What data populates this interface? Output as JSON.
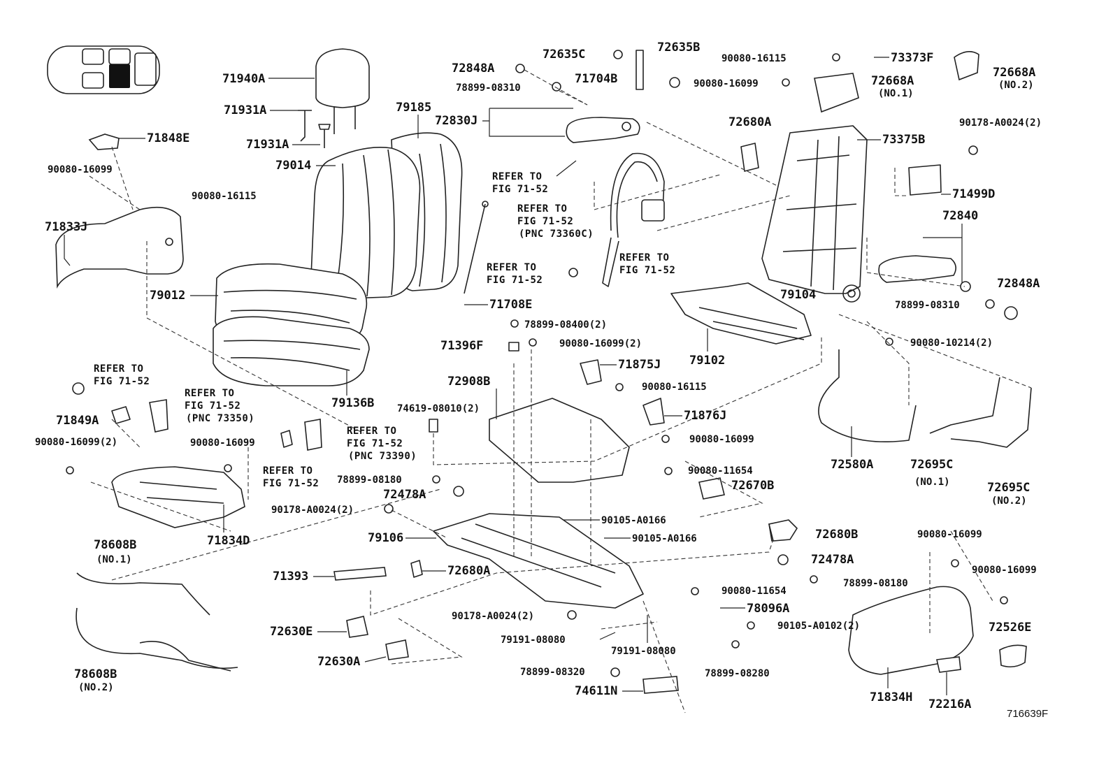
{
  "diagram_id": "716639F",
  "labels": [
    {
      "id": "l01",
      "text": "71940A"
    },
    {
      "id": "l02",
      "text": "71931A"
    },
    {
      "id": "l03",
      "text": "71931A"
    },
    {
      "id": "l04",
      "text": "71848E"
    },
    {
      "id": "l05",
      "text": "90080-16099"
    },
    {
      "id": "l06",
      "text": "90080-16115"
    },
    {
      "id": "l07",
      "text": "71833J"
    },
    {
      "id": "l08",
      "text": "79012"
    },
    {
      "id": "l09",
      "text": "79014"
    },
    {
      "id": "l10",
      "text": "79185"
    },
    {
      "id": "l11",
      "text": "79136B"
    },
    {
      "id": "l12",
      "text": "72848A"
    },
    {
      "id": "l13",
      "text": "78899-08310"
    },
    {
      "id": "l14",
      "text": "72635C"
    },
    {
      "id": "l15",
      "text": "72635B"
    },
    {
      "id": "l16",
      "text": "71704B"
    },
    {
      "id": "l17",
      "text": "72830J"
    },
    {
      "id": "l18",
      "text": "90080-16115"
    },
    {
      "id": "l19",
      "text": "73373F"
    },
    {
      "id": "l20",
      "text": "90080-16099"
    },
    {
      "id": "l21",
      "text": "72668A"
    },
    {
      "id": "l22",
      "text": "(NO.1)"
    },
    {
      "id": "l23",
      "text": "72668A"
    },
    {
      "id": "l24",
      "text": "(NO.2)"
    },
    {
      "id": "l25",
      "text": "72680A"
    },
    {
      "id": "l26",
      "text": "90178-A0024(2)"
    },
    {
      "id": "l27",
      "text": "73375B"
    },
    {
      "id": "l28",
      "text": "71499D"
    },
    {
      "id": "l29",
      "text": "72840"
    },
    {
      "id": "l30",
      "text": "72848A"
    },
    {
      "id": "l31",
      "text": "78899-08310"
    },
    {
      "id": "l32",
      "text": "79104"
    },
    {
      "id": "l33",
      "text": "79102"
    },
    {
      "id": "l34",
      "text": "90080-10214(2)"
    },
    {
      "id": "l35",
      "text": "71708E"
    },
    {
      "id": "l36",
      "text": "78899-08400(2)"
    },
    {
      "id": "l37",
      "text": "71396F"
    },
    {
      "id": "l38",
      "text": "90080-16099(2)"
    },
    {
      "id": "l39",
      "text": "71875J"
    },
    {
      "id": "l40",
      "text": "72908B"
    },
    {
      "id": "l41",
      "text": "90080-16115"
    },
    {
      "id": "l42",
      "text": "74619-08010(2)"
    },
    {
      "id": "l43",
      "text": "71876J"
    },
    {
      "id": "l44",
      "text": "90080-16099"
    },
    {
      "id": "l45",
      "text": "90080-11654"
    },
    {
      "id": "l46",
      "text": "72670B"
    },
    {
      "id": "l47",
      "text": "72580A"
    },
    {
      "id": "l48",
      "text": "72695C"
    },
    {
      "id": "l49",
      "text": "(NO.1)"
    },
    {
      "id": "l50",
      "text": "72695C"
    },
    {
      "id": "l51",
      "text": "(NO.2)"
    },
    {
      "id": "l52",
      "text": "71849A"
    },
    {
      "id": "l53",
      "text": "90080-16099(2)"
    },
    {
      "id": "l54",
      "text": "90080-16099"
    },
    {
      "id": "l55",
      "text": "71834D"
    },
    {
      "id": "l56",
      "text": "78899-08180"
    },
    {
      "id": "l57",
      "text": "72478A"
    },
    {
      "id": "l58",
      "text": "90178-A0024(2)"
    },
    {
      "id": "l59",
      "text": "79106"
    },
    {
      "id": "l60",
      "text": "90105-A0166"
    },
    {
      "id": "l61",
      "text": "90105-A0166"
    },
    {
      "id": "l62",
      "text": "72680B"
    },
    {
      "id": "l63",
      "text": "72478A"
    },
    {
      "id": "l64",
      "text": "78899-08180"
    },
    {
      "id": "l65",
      "text": "90080-16099"
    },
    {
      "id": "l66",
      "text": "90080-16099"
    },
    {
      "id": "l67",
      "text": "78608B"
    },
    {
      "id": "l68",
      "text": "(NO.1)"
    },
    {
      "id": "l69",
      "text": "71393"
    },
    {
      "id": "l70",
      "text": "72680A"
    },
    {
      "id": "l71",
      "text": "90080-11654"
    },
    {
      "id": "l72",
      "text": "78096A"
    },
    {
      "id": "l73",
      "text": "72630E"
    },
    {
      "id": "l74",
      "text": "90178-A0024(2)"
    },
    {
      "id": "l75",
      "text": "90105-A0102(2)"
    },
    {
      "id": "l76",
      "text": "72526E"
    },
    {
      "id": "l77",
      "text": "79191-08080"
    },
    {
      "id": "l78",
      "text": "79191-08080"
    },
    {
      "id": "l79",
      "text": "72630A"
    },
    {
      "id": "l80",
      "text": "78608B"
    },
    {
      "id": "l81",
      "text": "(NO.2)"
    },
    {
      "id": "l82",
      "text": "78899-08320"
    },
    {
      "id": "l83",
      "text": "78899-08280"
    },
    {
      "id": "l84",
      "text": "74611N"
    },
    {
      "id": "l85",
      "text": "71834H"
    },
    {
      "id": "l86",
      "text": "72216A"
    }
  ],
  "refer_notes": [
    {
      "id": "r1",
      "lines": [
        "REFER TO",
        "FIG 71-52"
      ]
    },
    {
      "id": "r2",
      "lines": [
        "REFER TO",
        "FIG 71-52",
        "(PNC 73360C)"
      ]
    },
    {
      "id": "r3",
      "lines": [
        "REFER TO",
        "FIG 71-52"
      ]
    },
    {
      "id": "r4",
      "lines": [
        "REFER TO",
        "FIG 71-52"
      ]
    },
    {
      "id": "r5",
      "lines": [
        "REFER TO",
        "FIG 71-52"
      ]
    },
    {
      "id": "r6",
      "lines": [
        "REFER TO",
        "FIG 71-52",
        "(PNC 73350)"
      ]
    },
    {
      "id": "r7",
      "lines": [
        "REFER TO",
        "FIG 71-52",
        "(PNC 73390)"
      ]
    },
    {
      "id": "r8",
      "lines": [
        "REFER TO",
        "FIG 71-52"
      ]
    }
  ]
}
